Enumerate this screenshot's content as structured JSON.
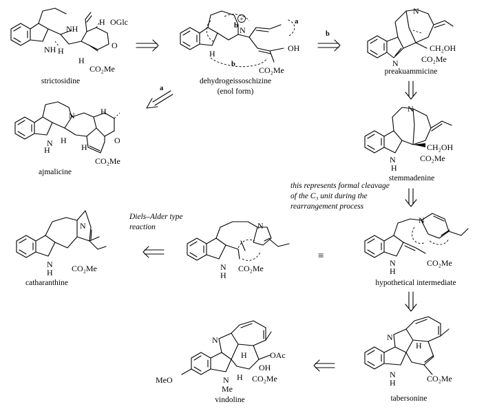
{
  "compounds": {
    "strictosidine": "strictosidine",
    "dehydrogeissoschizine": "dehydrogeissoschizine",
    "enol_form": "(enol form)",
    "preakuammicine": "preakuammicine",
    "stemmadenine": "stemmadenine",
    "ajmalicine": "ajmalicine",
    "catharanthine": "catharanthine",
    "hypothetical_intermediate": "hypothetical intermediate",
    "tabersonine": "tabersonine",
    "vindoline": "vindoline"
  },
  "atoms": {
    "NH": "NH",
    "N": "N",
    "H": "H",
    "O": "O",
    "OGlc": "OGlc",
    "CO2Me": "CO₂Me",
    "OH": "OH",
    "CH2OH": "CH₂OH",
    "OAc": "OAc",
    "MeO": "MeO",
    "Me": "Me",
    "plus": "+"
  },
  "pathway_labels": {
    "a": "a",
    "b": "b"
  },
  "notes": {
    "formal_cleavage": [
      "this represents formal cleavage",
      "of the C₃ unit during the",
      "rearrangement process"
    ],
    "diels_alder": [
      "Diels–Alder type",
      "reaction"
    ],
    "equivalence": "≡"
  }
}
